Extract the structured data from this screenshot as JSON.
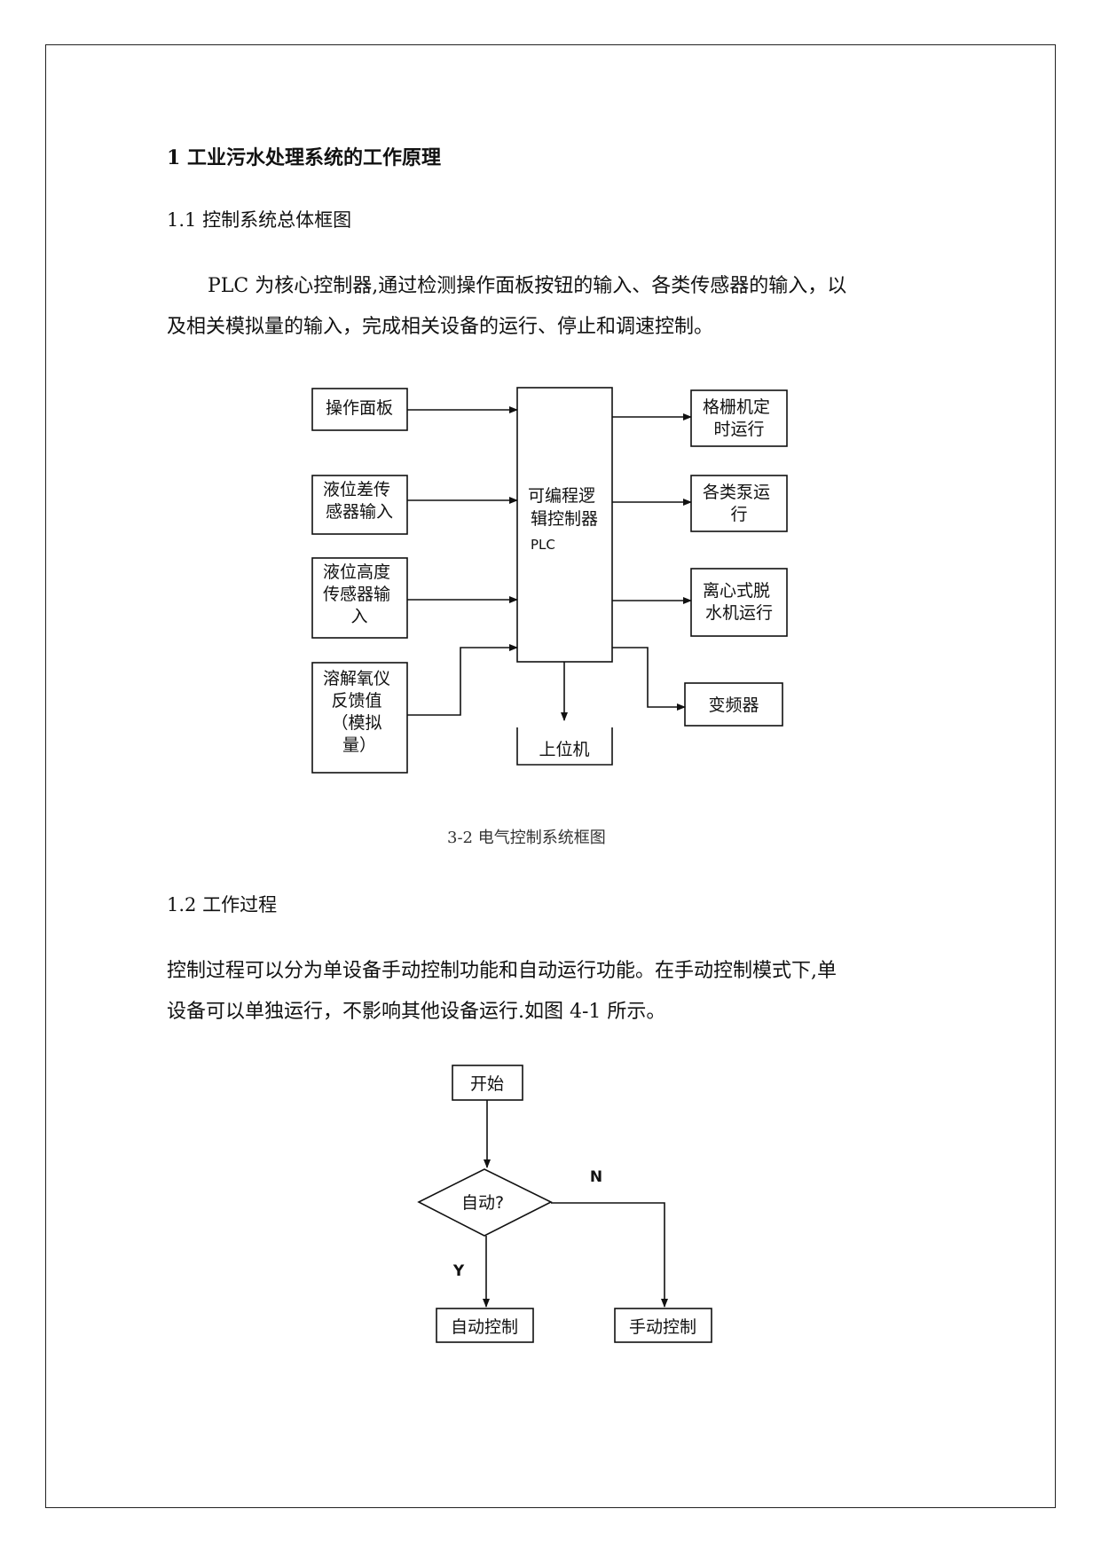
{
  "heading": "1 工业污水处理系统的工作原理",
  "section_1_1": {
    "title": "1.1 控制系统总体框图",
    "paragraph_line1": "PLC 为核心控制器,通过检测操作面板按钮的输入、各类传感器的输入，以",
    "paragraph_line2": "及相关模拟量的输入，完成相关设备的运行、停止和调速控制。"
  },
  "block_diagram": {
    "inputs": [
      {
        "lines": [
          "操作面板"
        ]
      },
      {
        "lines": [
          "液位差传",
          "感器输入"
        ]
      },
      {
        "lines": [
          "液位高度",
          "传感器输",
          "入"
        ]
      },
      {
        "lines": [
          "溶解氧仪",
          "反馈值",
          "（模拟",
          "量）"
        ]
      }
    ],
    "controller": {
      "lines": [
        "可编程逻",
        "辑控制器"
      ],
      "sublabel": "PLC"
    },
    "outputs": [
      {
        "lines": [
          "格栅机定",
          "时运行"
        ]
      },
      {
        "lines": [
          "各类泵运",
          "行"
        ]
      },
      {
        "lines": [
          "离心式脱",
          "水机运行"
        ]
      },
      {
        "lines": [
          "变频器"
        ]
      }
    ],
    "bottom": {
      "lines": [
        "上位机"
      ]
    },
    "caption": "3-2 电气控制系统框图"
  },
  "section_1_2": {
    "title": "1.2 工作过程",
    "paragraph_line1": "控制过程可以分为单设备手动控制功能和自动运行功能。在手动控制模式下,单",
    "paragraph_line2": "设备可以单独运行，不影响其他设备运行.如图 4-1 所示。"
  },
  "flowchart": {
    "start": "开始",
    "decision": "自动?",
    "no_label": "N",
    "yes_label": "Y",
    "auto_box": "自动控制",
    "manual_box": "手动控制"
  }
}
